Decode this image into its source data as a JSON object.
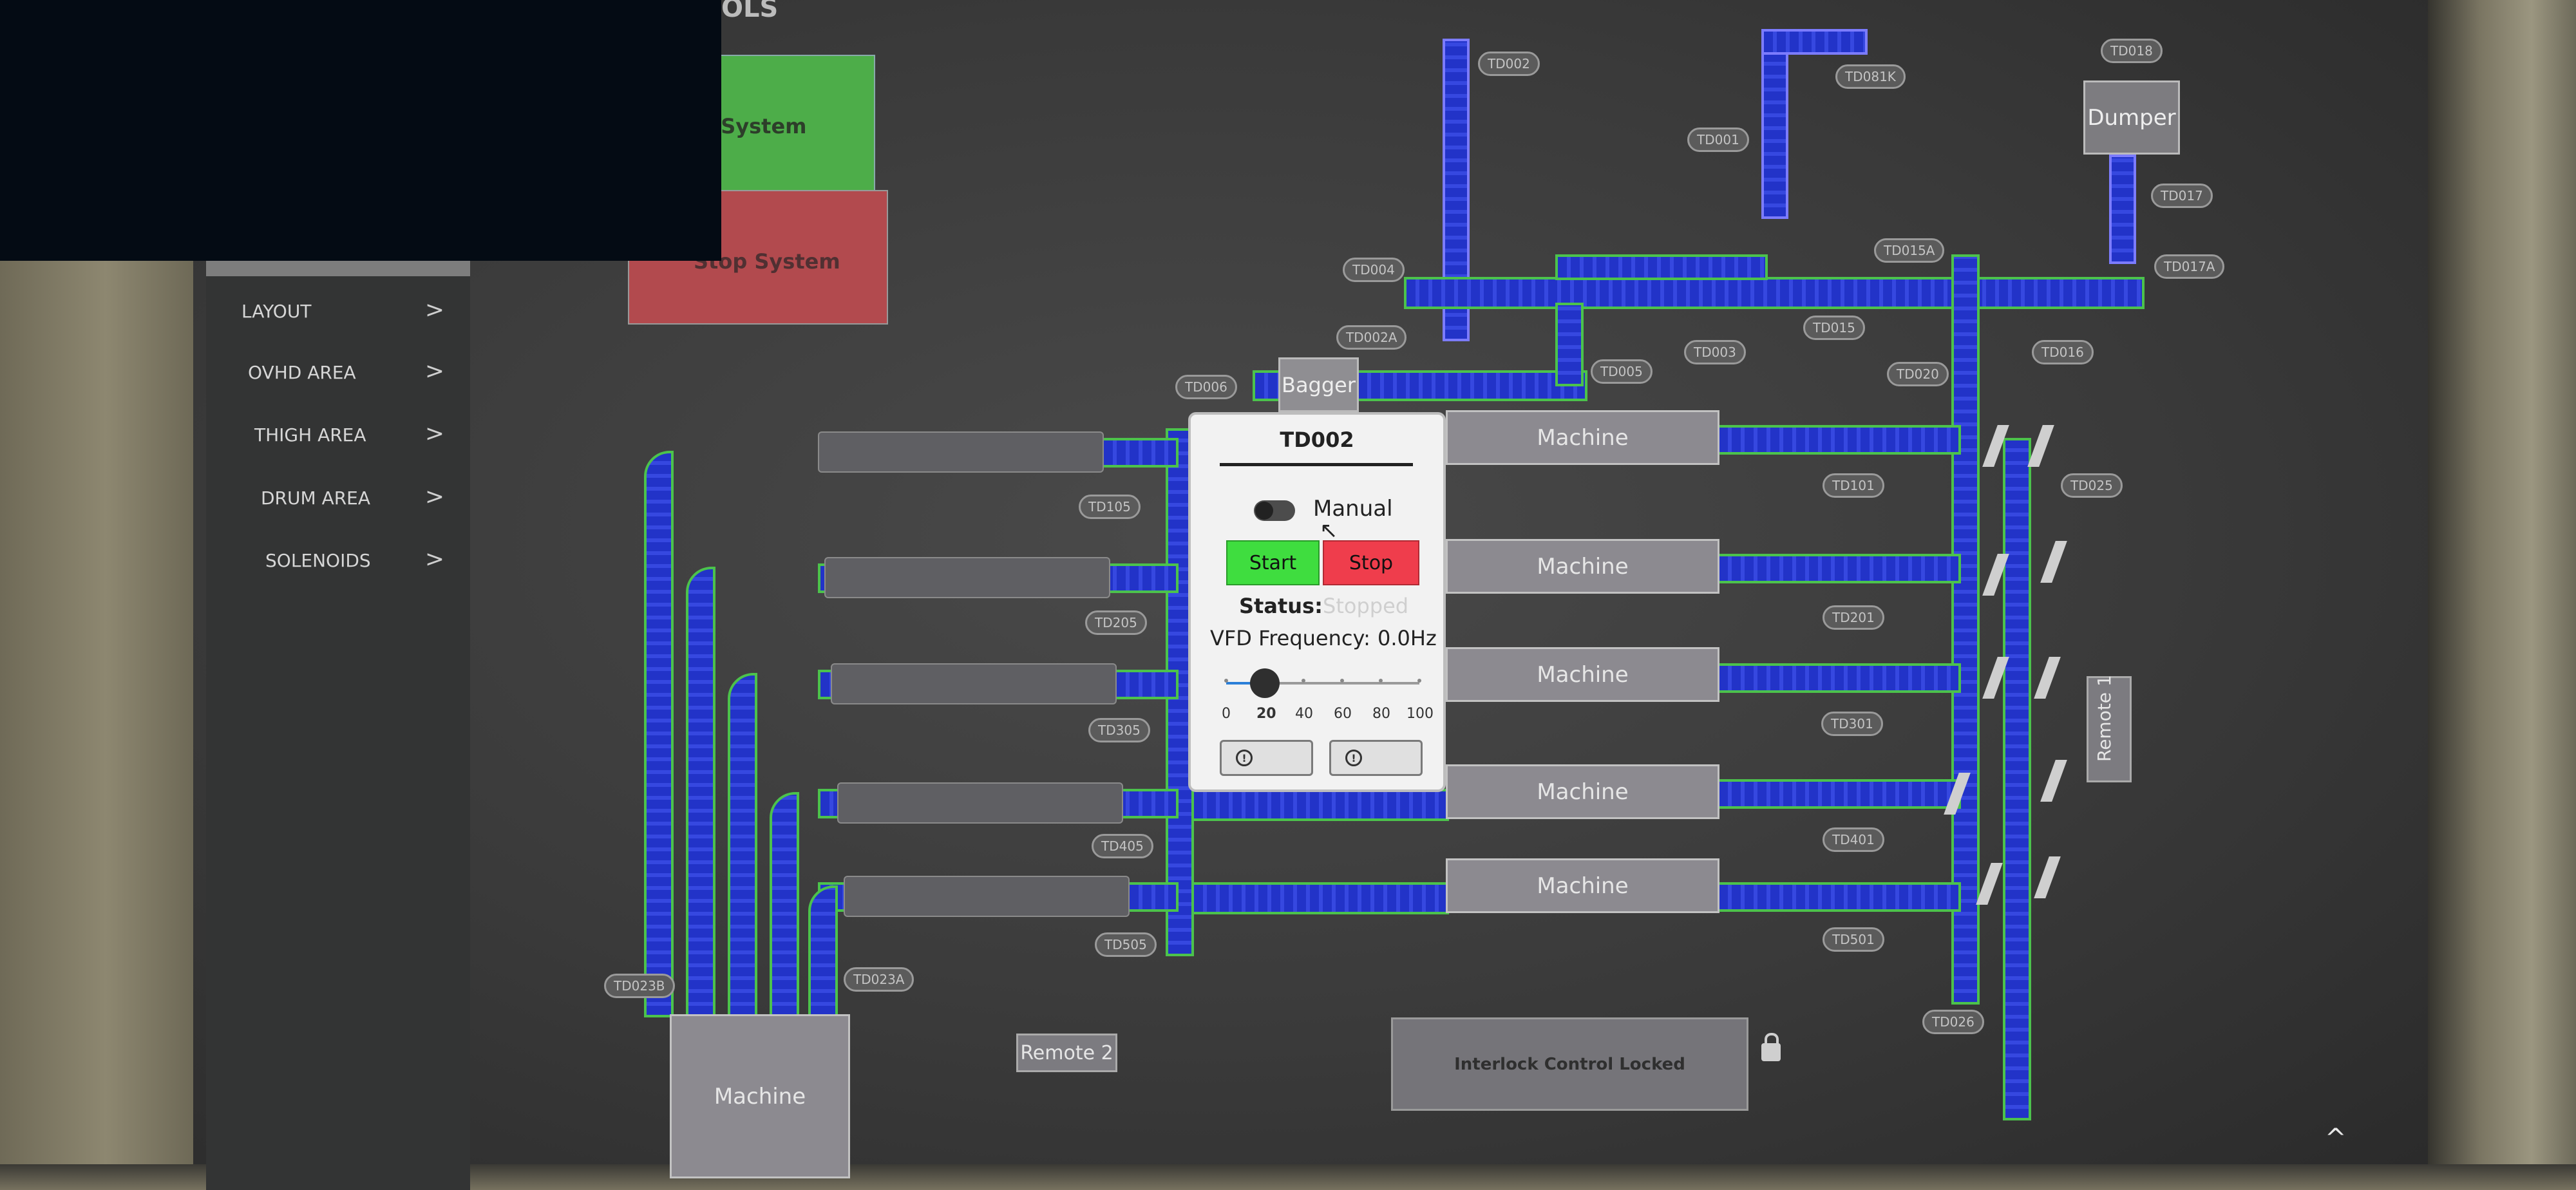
{
  "header": {
    "tools_label": "OLS"
  },
  "system_buttons": {
    "start_label": "rt System",
    "stop_label": "Stop System"
  },
  "sidebar": {
    "items": [
      {
        "label": "LAYOUT",
        "chevron": ">"
      },
      {
        "label": "OVHD AREA",
        "chevron": ">"
      },
      {
        "label": "THIGH AREA",
        "chevron": ">"
      },
      {
        "label": "DRUM AREA",
        "chevron": ">"
      },
      {
        "label": "SOLENOIDS",
        "chevron": ">"
      }
    ]
  },
  "layout": {
    "machines": [
      "Machine",
      "Machine",
      "Machine",
      "Machine",
      "Machine",
      "Machine"
    ],
    "dumper_label": "Dumper",
    "bagger_label": "Bagger",
    "remote1_label": "Remote 1",
    "remote2_label": "Remote 2",
    "interlock_label": "Interlock Control Locked",
    "tags": {
      "td002": "TD002",
      "td081k": "TD081K",
      "td018": "TD018",
      "td001": "TD001",
      "td017": "TD017",
      "td015a": "TD015A",
      "td017a": "TD017A",
      "td004": "TD004",
      "td015": "TD015",
      "td016": "TD016",
      "td002a": "TD002A",
      "td003": "TD003",
      "td005": "TD005",
      "td020": "TD020",
      "td006": "TD006",
      "td025": "TD025",
      "td101": "TD101",
      "td105": "TD105",
      "td201": "TD201",
      "td205": "TD205",
      "td301": "TD301",
      "td305": "TD305",
      "td401": "TD401",
      "td405": "TD405",
      "td501": "TD501",
      "td505": "TD505",
      "td026": "TD026",
      "td023b": "TD023B",
      "td023a": "TD023A"
    }
  },
  "popup": {
    "title": "TD002",
    "mode_label": "Manual",
    "mode_on": false,
    "start_label": "Start",
    "stop_label": "Stop",
    "status_label": "Status:",
    "status_value": "Stopped",
    "vfd_label": "VFD Frequency:",
    "vfd_value": "0.0Hz",
    "slider_value": 20,
    "slider_ticks": [
      "0",
      "20",
      "40",
      "60",
      "80",
      "100"
    ]
  },
  "icons": {
    "cursor": "cursor-arrow-icon",
    "lock": "lock-icon",
    "scroll_up": "chevron-up-icon",
    "fault": "fault-badge-icon"
  },
  "colors": {
    "belt": "#2233c8",
    "belt_edge": "#4cc24c",
    "start": "#3fdd3f",
    "stop": "#ef3d4c"
  }
}
